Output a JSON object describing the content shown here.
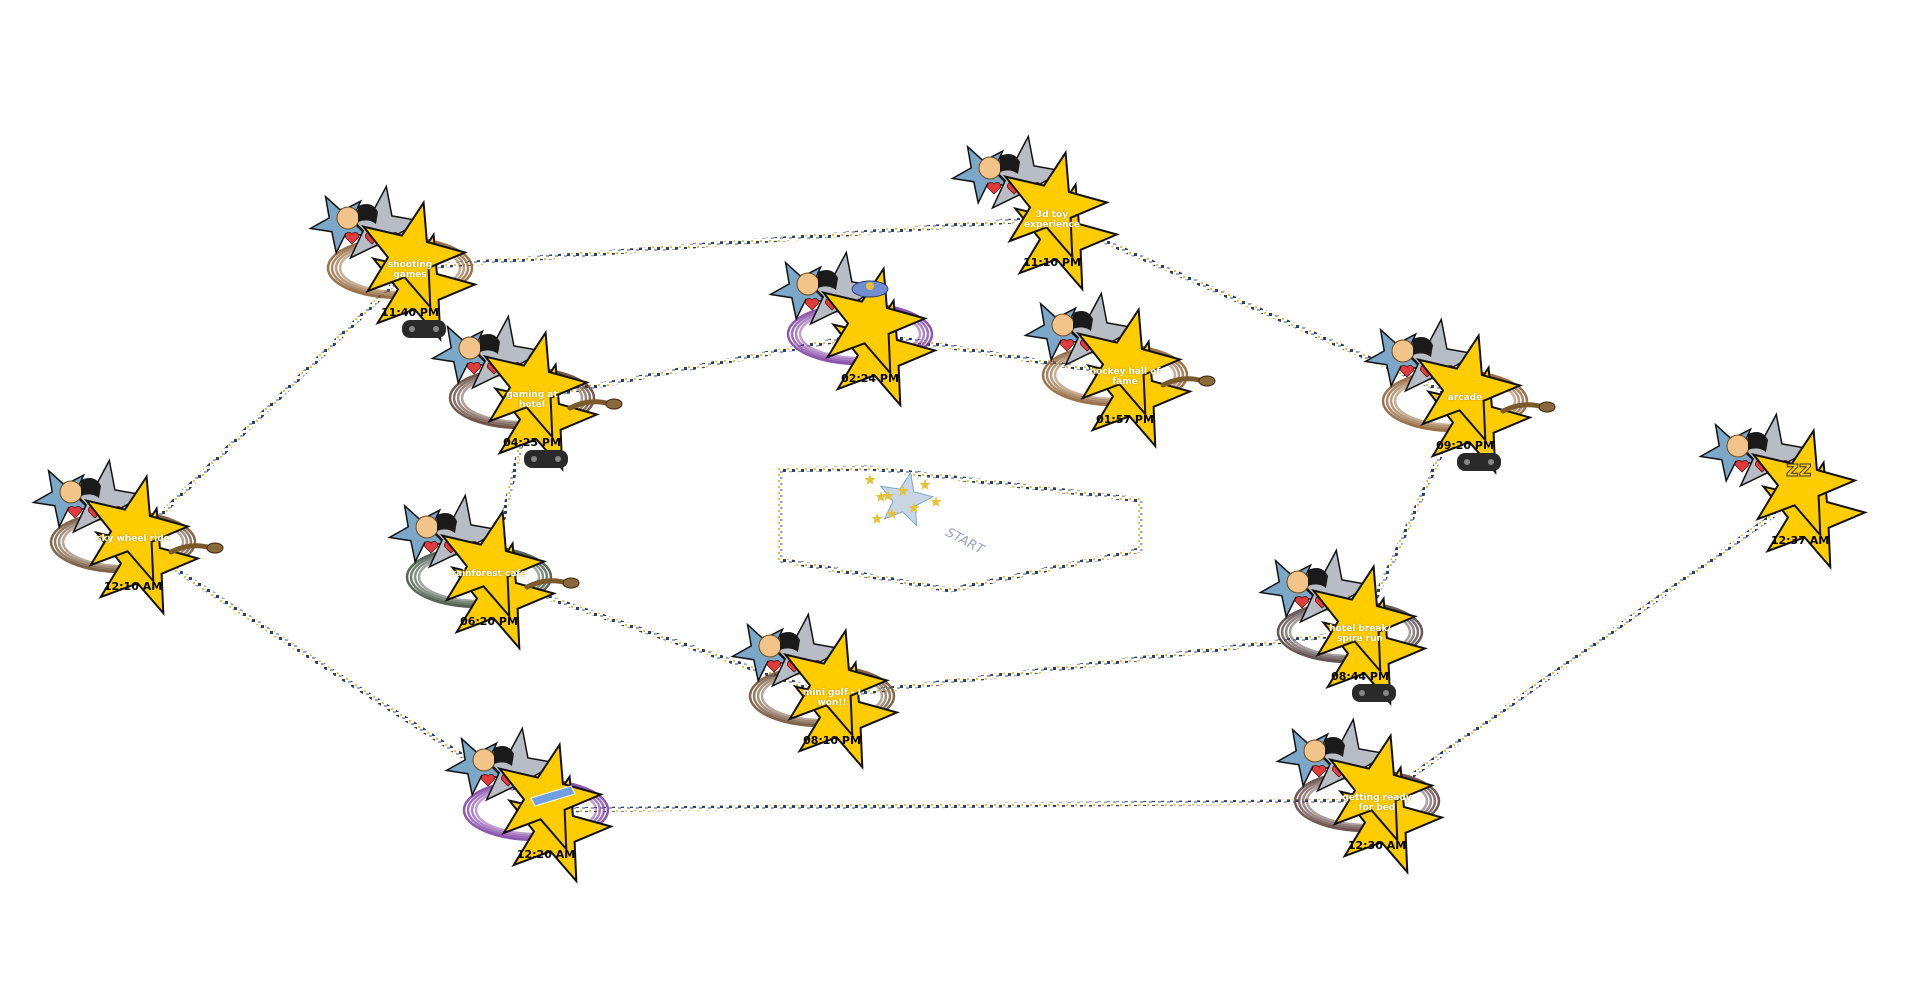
{
  "colors": {
    "star_fill": "#FFCC00",
    "star_stroke": "#111111",
    "silver_star": "#B8BCC4",
    "blue_star": "#7BA7C9",
    "heart": "#E23B3B",
    "path_dark": "#2E3F66",
    "path_gold": "#E6C13A",
    "path_grey": "#9AA5B8"
  },
  "icons": {
    "hearts": "heart-icon",
    "gamepad": "gamepad-icon",
    "snake": "snake-icon",
    "ring": "ring-icon",
    "start": "start-sparkle-icon"
  },
  "start": {
    "label": "START"
  },
  "stops": [
    {
      "id": "s1",
      "label": "hockey hall of fame",
      "time": "01:57 PM",
      "hearts": 2,
      "ring": "#8a5a2b",
      "snake": true,
      "gamepad": false
    },
    {
      "id": "s2",
      "label": "",
      "time": "02:24 PM",
      "hearts": 2,
      "ring": "#7a3aa0",
      "snake": false,
      "gamepad": false,
      "special": "blue-token"
    },
    {
      "id": "s3",
      "label": "gaming at hotel",
      "time": "04:25 PM",
      "hearts": 3,
      "ring": "#5a3a2b",
      "snake": true,
      "gamepad": true
    },
    {
      "id": "s4",
      "label": "rainforest cafe",
      "time": "06:20 PM",
      "hearts": 3,
      "ring": "#3a4a3a",
      "snake": true,
      "gamepad": false
    },
    {
      "id": "s5",
      "label": "mini golf - I won!!",
      "time": "08:10 PM",
      "hearts": 3,
      "ring": "#6a4a2b",
      "snake": false,
      "gamepad": false
    },
    {
      "id": "s6",
      "label": "hotel break/ spire run",
      "time": "08:44 PM",
      "hearts": 2,
      "ring": "#4a3a3a",
      "snake": false,
      "gamepad": true
    },
    {
      "id": "s7",
      "label": "arcade",
      "time": "09:20 PM",
      "hearts": 3,
      "ring": "#8a5a2b",
      "snake": true,
      "gamepad": true
    },
    {
      "id": "s8",
      "label": "3d toy experience",
      "time": "11:10 PM",
      "hearts": 3,
      "ring": "",
      "snake": false,
      "gamepad": false
    },
    {
      "id": "s9",
      "label": "shooting games",
      "time": "11:40 PM",
      "hearts": 3,
      "ring": "#8a5a2b",
      "snake": false,
      "gamepad": true
    },
    {
      "id": "s10",
      "label": "sky wheel ride",
      "time": "12:10 AM",
      "hearts": 3,
      "ring": "#6a4a2b",
      "snake": true,
      "gamepad": false
    },
    {
      "id": "s11",
      "label": "",
      "time": "12:20 AM",
      "hearts": 2,
      "ring": "#7a3aa0",
      "snake": false,
      "gamepad": false,
      "special": "blue-tag"
    },
    {
      "id": "s12",
      "label": "getting ready for bed",
      "time": "12:30 AM",
      "hearts": 2,
      "ring": "#5a3a3a",
      "snake": false,
      "gamepad": false
    },
    {
      "id": "s13",
      "label": "",
      "time": "12:37 AM",
      "hearts": 3,
      "ring": "",
      "snake": false,
      "gamepad": false,
      "special": "zz"
    }
  ]
}
